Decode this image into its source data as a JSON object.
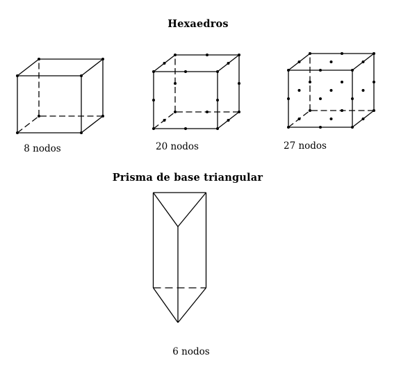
{
  "page": {
    "background": "#ffffff",
    "ink": "#000000"
  },
  "sections": [
    {
      "title": "Hexaedros",
      "figures": [
        {
          "shape": "cube",
          "label": "8 nodos",
          "node_count": 8,
          "node_types": [
            "vertices"
          ]
        },
        {
          "shape": "cube",
          "label": "20 nodos",
          "node_count": 20,
          "node_types": [
            "vertices",
            "edge-midpoints"
          ]
        },
        {
          "shape": "cube",
          "label": "27 nodos",
          "node_count": 27,
          "node_types": [
            "vertices",
            "edge-midpoints",
            "face-centers",
            "body-center"
          ]
        }
      ]
    },
    {
      "title": "Prisma de base triangular",
      "figures": [
        {
          "shape": "triangular-prism",
          "label": "6 nodos",
          "node_count": 6,
          "node_types": []
        }
      ]
    }
  ]
}
